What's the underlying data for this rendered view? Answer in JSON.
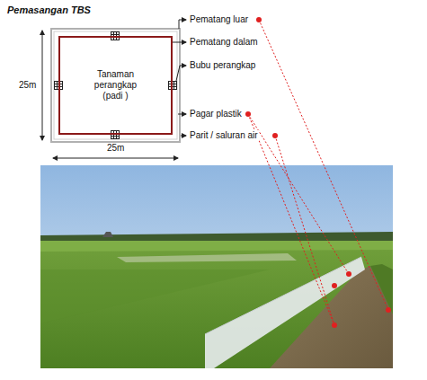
{
  "diagram": {
    "title": "Pemasangan TBS",
    "nodes": [
      {
        "text": [
          "Tanaman perangkap (padi )"
        ]
      }
    ],
    "labels": [
      "Pematang luar",
      "Pematang dalam",
      "Bubu perangkap",
      "Pagar plastik",
      "Parit / saluran air",
      "25m",
      "25m"
    ]
  }
}
